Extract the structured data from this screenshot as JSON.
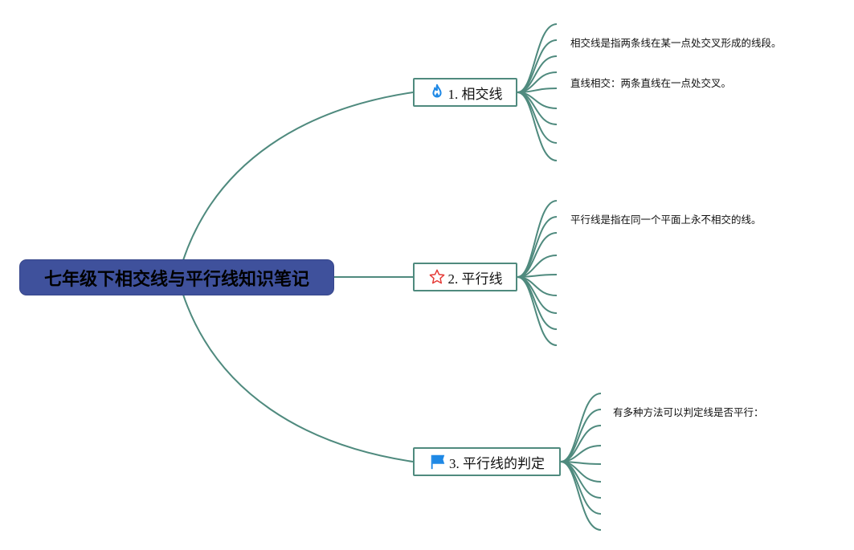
{
  "root": {
    "title": "七年级下相交线与平行线知识笔记"
  },
  "branches": [
    {
      "label": "1. 相交线",
      "icon": "fire-icon",
      "icon_color": "#1e88e5",
      "notes": [
        "相交线是指两条线在某一点处交叉形成的线段。",
        "直线相交：两条直线在一点处交叉。"
      ]
    },
    {
      "label": "2. 平行线",
      "icon": "star-icon",
      "icon_color": "#e53935",
      "notes": [
        "平行线是指在同一个平面上永不相交的线。"
      ]
    },
    {
      "label": "3. 平行线的判定",
      "icon": "flag-icon",
      "icon_color": "#1e88e5",
      "notes": [
        "有多种方法可以判定线是否平行："
      ]
    }
  ],
  "colors": {
    "root_bg": "#3f519c",
    "line": "#4f8a7e"
  }
}
